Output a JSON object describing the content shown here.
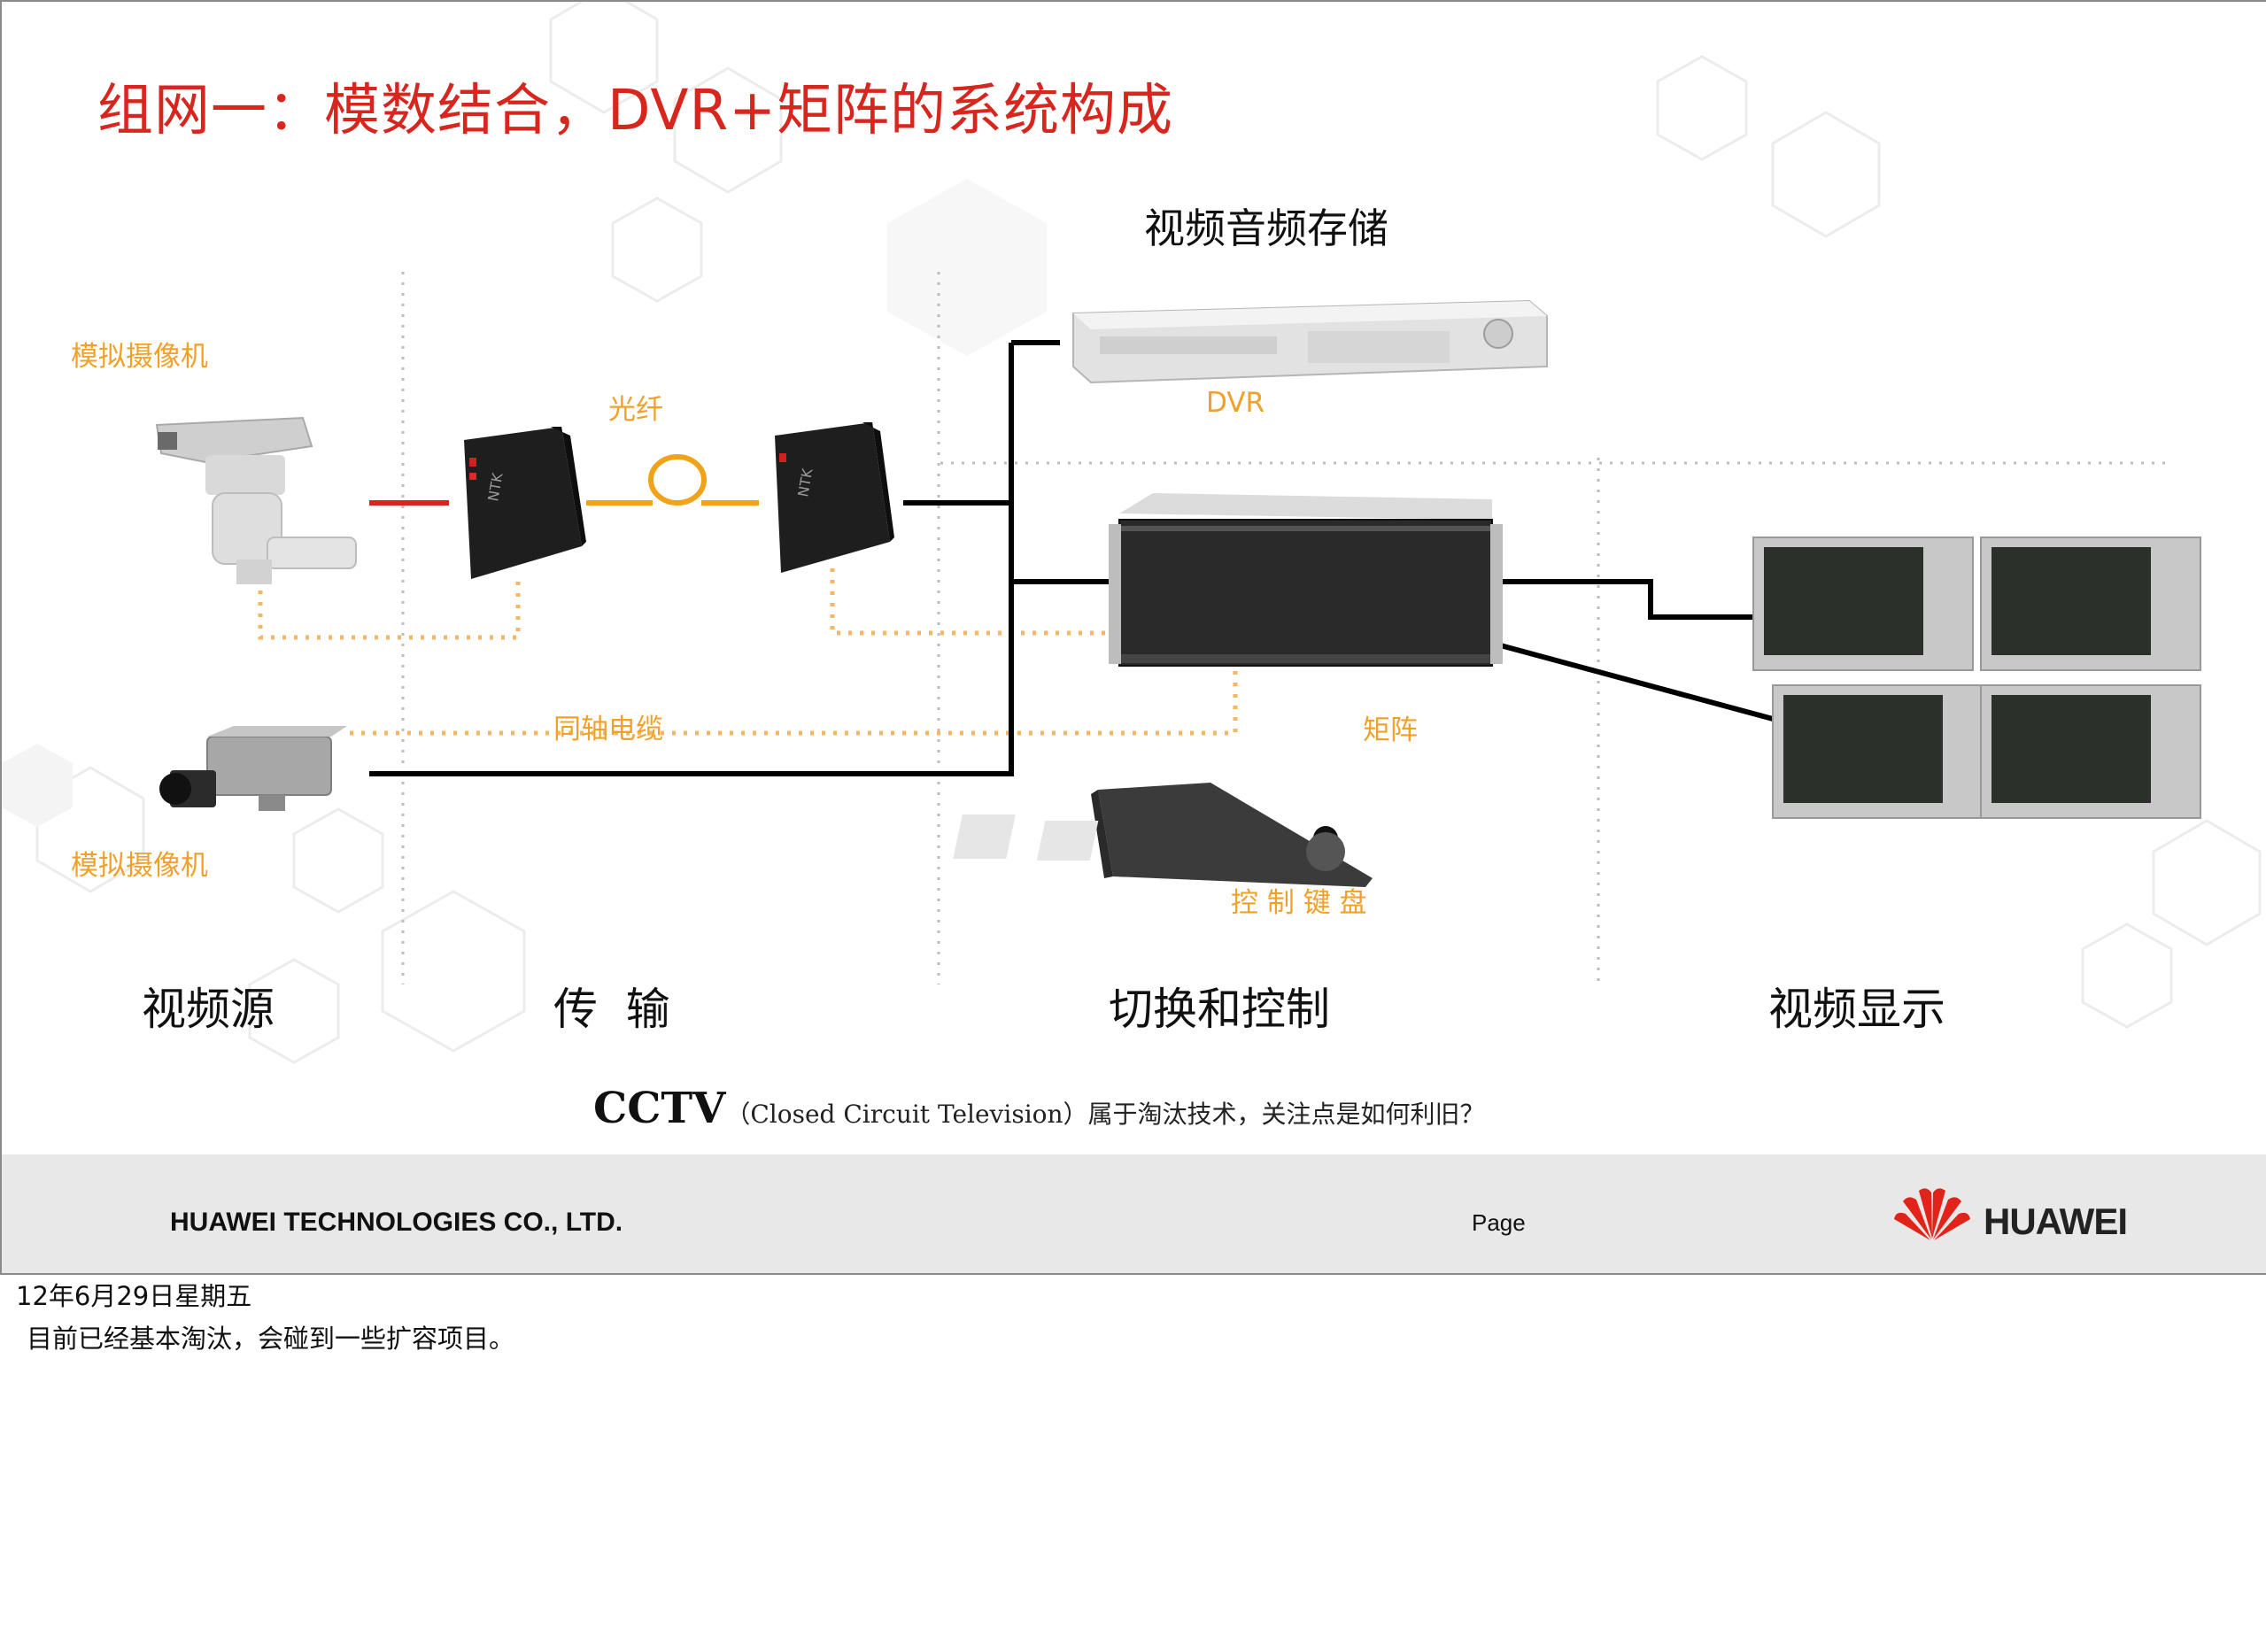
{
  "slide": {
    "title": "组网一：模数结合，DVR+矩阵的系统构成",
    "storage_heading": "视频音频存储",
    "labels": {
      "camera_top": "模拟摄像机",
      "camera_bottom": "模拟摄像机",
      "fiber": "光纤",
      "coax": "同轴电缆",
      "dvr": "DVR",
      "matrix": "矩阵",
      "keyboard": "控 制 键 盘"
    },
    "sections": [
      "视频源",
      "传  输",
      "切换和控制",
      "视频显示"
    ],
    "caption": {
      "prefix": "CCTV",
      "paren": "（Closed Circuit Television）属于淘汰技术，关注点是如何利旧？"
    },
    "footer": {
      "company": "HUAWEI TECHNOLOGIES CO., LTD.",
      "page": "Page",
      "logo": "HUAWEI"
    }
  },
  "notes": {
    "date": "12年6月29日星期五",
    "text": "目前已经基本淘汰，会碰到一些扩容项目。"
  },
  "colors": {
    "title": "#d7261e",
    "label": "#f0a12a",
    "brand_red": "#e2231a"
  }
}
